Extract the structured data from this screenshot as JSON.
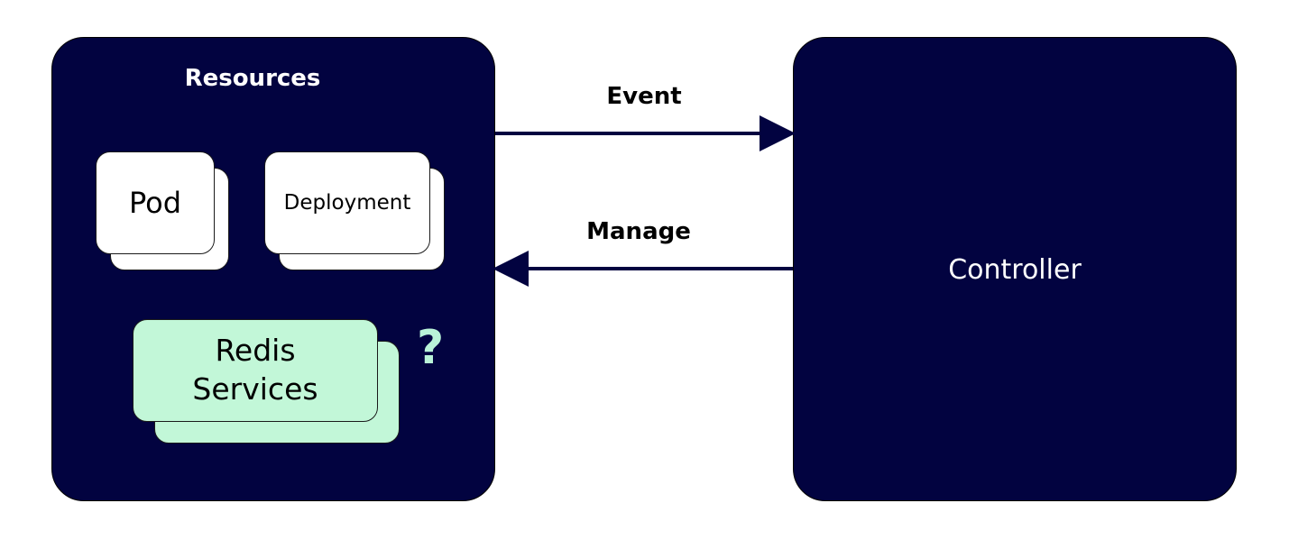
{
  "resources": {
    "title": "Resources",
    "pod_label": "Pod",
    "deployment_label": "Deployment",
    "redis_label_line1": "Redis",
    "redis_label_line2": "Services",
    "question_mark": "?"
  },
  "controller": {
    "title": "Controller"
  },
  "arrows": {
    "event_label": "Event",
    "manage_label": "Manage"
  },
  "colors": {
    "panel": "#020340",
    "card_white": "#ffffff",
    "card_green": "#c2f7d8",
    "question_mark": "#b9f3d8"
  }
}
